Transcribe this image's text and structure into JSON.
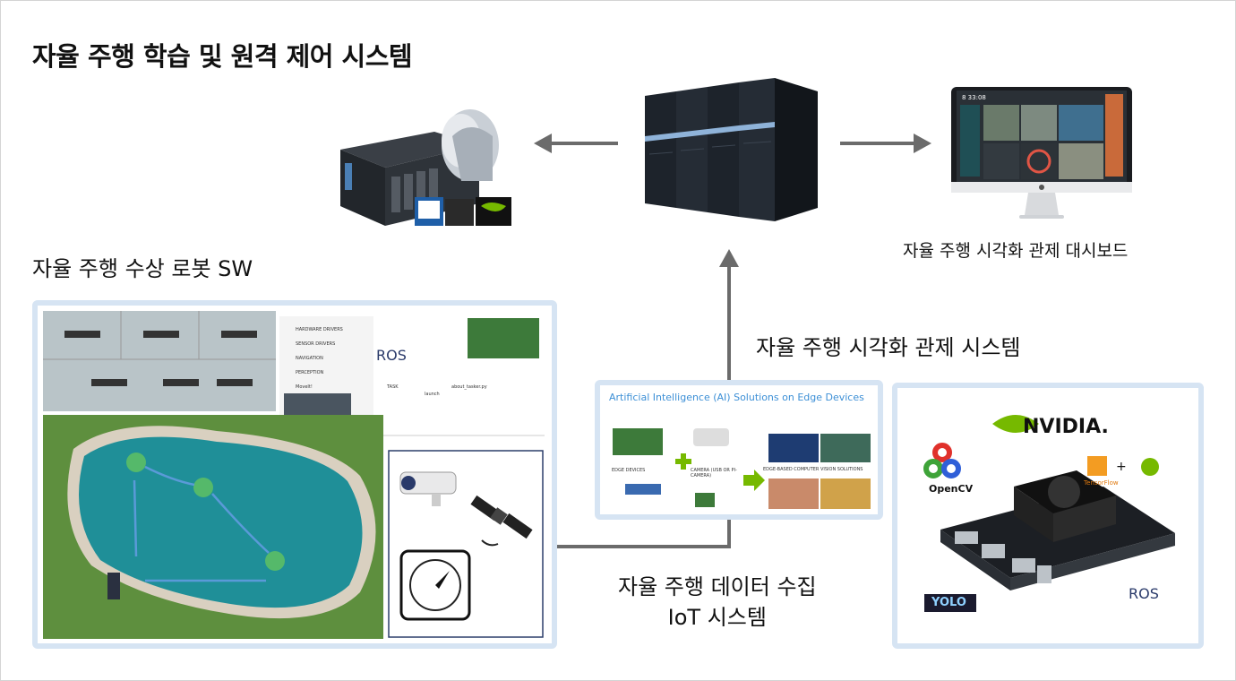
{
  "title": "자율 주행 학습 및 원격 제어 시스템",
  "labels": {
    "robot_sw": "자율 주행 수상 로봇 SW",
    "dashboard": "자율 주행 시각화 관제 대시보드",
    "visual_control": "자율 주행 시각화 관제 시스템",
    "iot_line1": "자율 주행 데이터 수집",
    "iot_line2": "IoT 시스템"
  },
  "ros_diagram": {
    "inputs": [
      "HARDWARE DRIVERS",
      "SENSOR DRIVERS",
      "NAVIGATION",
      "PERCEPTION",
      "MoveIt!"
    ],
    "core": "ROS",
    "task": "TASK",
    "launch": "launch",
    "script": "about_tasker.py"
  },
  "edge_panel": {
    "title": "Artificial Intelligence (AI) Solutions on Edge Devices",
    "edge_devices": "EDGE DEVICES",
    "camera": "CAMERA (USB OR PI-CAMERA)",
    "solutions": "EDGE-BASED COMPUTER VISION SOLUTIONS"
  },
  "jetson_panel": {
    "nvidia": "NVIDIA.",
    "opencv": "OpenCV",
    "tensorflow": "TensorFlow",
    "plus": "+",
    "yolo": "YOLO",
    "ros": "ROS"
  },
  "dashboard_screen": {
    "clock": "8 33:08"
  },
  "icons": [
    "arrow-left-icon",
    "arrow-right-icon",
    "arrow-up-icon",
    "cctv-camera-icon",
    "satellite-icon",
    "gauge-icon",
    "gpu-logo-icon"
  ],
  "colors": {
    "panel_border": "#d6e4f3",
    "arrow": "#6b6b6b",
    "water": "#1f8f98",
    "grass": "#5e8f3e",
    "nvidia_green": "#76b900",
    "edge_title": "#3c8fd6",
    "server_dark": "#1d232b",
    "server_blue_band": "#8fb3d9"
  }
}
